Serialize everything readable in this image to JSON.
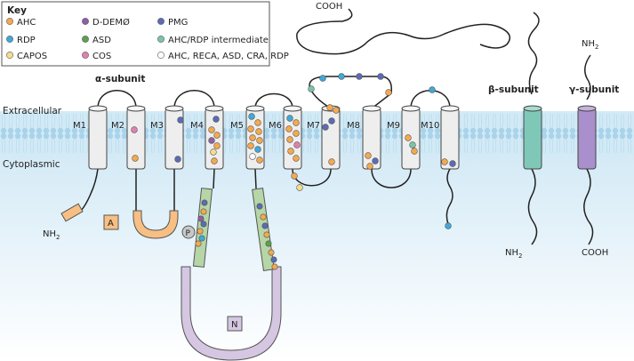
{
  "key": {
    "title": "Key",
    "items": [
      {
        "label": "AHC",
        "color": "#f4a94e"
      },
      {
        "label": "D-DEMØ",
        "color": "#8d5fa6"
      },
      {
        "label": "PMG",
        "color": "#5b6bb5"
      },
      {
        "label": "RDP",
        "color": "#3fa9d8"
      },
      {
        "label": "ASD",
        "color": "#5aa24d"
      },
      {
        "label": "AHC/RDP intermediate",
        "color": "#7cc4a8"
      },
      {
        "label": "CAPOS",
        "color": "#f6dd8c"
      },
      {
        "label": "COS",
        "color": "#e27fb0"
      },
      {
        "label": "AHC, RECA, ASD, CRA, RDP",
        "color": "#ffffff"
      }
    ]
  },
  "regions": {
    "extracellular": "Extracellular",
    "cytoplasmic": "Cytoplasmic"
  },
  "subunits": {
    "alpha": "α-subunit",
    "beta": "β-subunit",
    "gamma": "γ-subunit"
  },
  "helices": [
    "M1",
    "M2",
    "M3",
    "M4",
    "M5",
    "M6",
    "M7",
    "M8",
    "M9",
    "M10"
  ],
  "domains": {
    "a": "A",
    "n": "N",
    "p": "P"
  },
  "termini": {
    "alpha_n": "NH",
    "alpha_n_sub": "2",
    "alpha_c_top": "COOH",
    "beta_n": "NH",
    "beta_n_sub": "2",
    "gamma_n": "NH",
    "gamma_n_sub": "2",
    "gamma_c": "COOH"
  },
  "colors": {
    "membrane": "#cfe8f4",
    "cytoplasm_top": "#d6ebf6",
    "helix_fill": "#eeeeee",
    "beta_fill": "#7fc8b8",
    "gamma_fill": "#a98fcb",
    "a_domain": "#f7bf83",
    "n_domain": "#d5c6e2",
    "p_segment": "#b6d6a8"
  }
}
